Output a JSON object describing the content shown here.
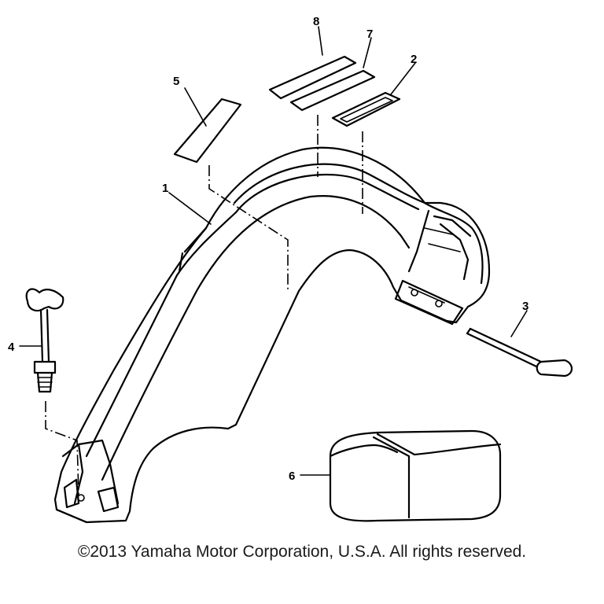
{
  "diagram": {
    "parts": [
      {
        "id": "part-1",
        "label": "1"
      },
      {
        "id": "part-2",
        "label": "2"
      },
      {
        "id": "part-3",
        "label": "3"
      },
      {
        "id": "part-4",
        "label": "4"
      },
      {
        "id": "part-5",
        "label": "5"
      },
      {
        "id": "part-6",
        "label": "6"
      },
      {
        "id": "part-7",
        "label": "7"
      },
      {
        "id": "part-8",
        "label": "8"
      }
    ],
    "copyright": "©2013 Yamaha Motor Corporation, U.S.A. All rights reserved."
  }
}
